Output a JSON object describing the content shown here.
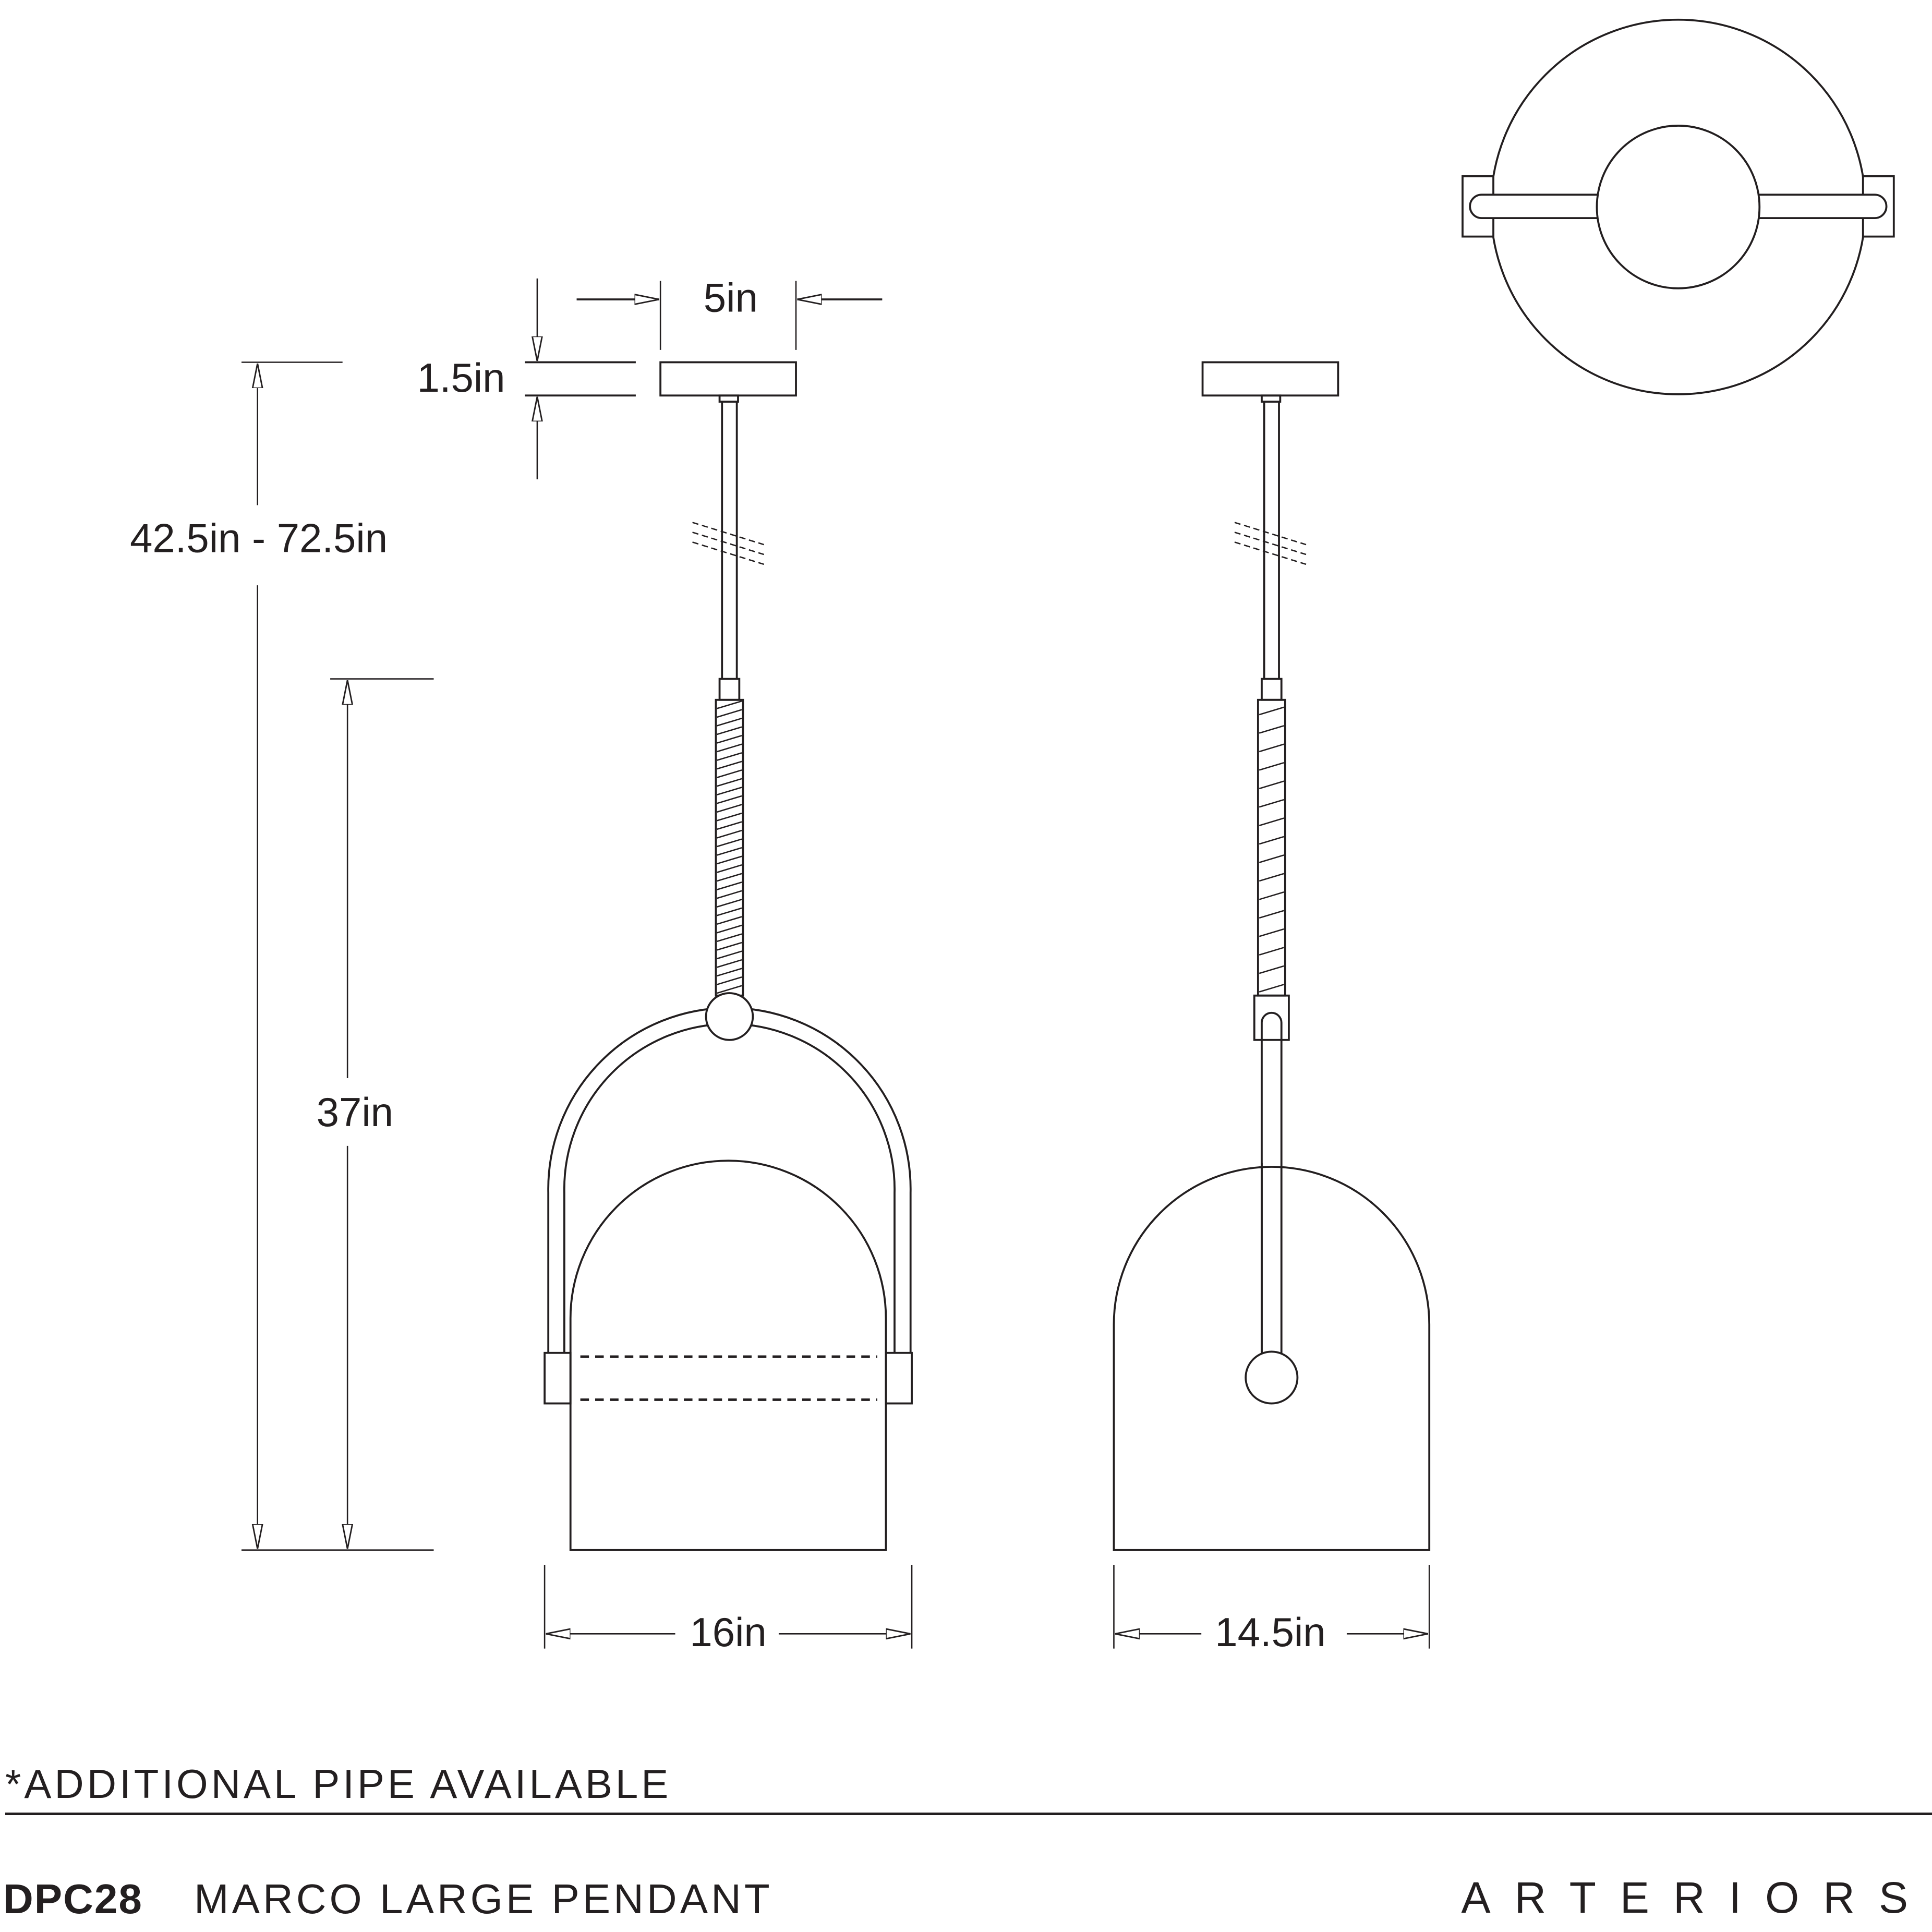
{
  "drawing": {
    "dimensions": {
      "canopy_width": "5in",
      "canopy_height": "1.5in",
      "overall_height": "42.5in - 72.5in",
      "body_height": "37in",
      "front_width": "16in",
      "side_width": "14.5in"
    },
    "views": [
      "front-view",
      "side-view",
      "top-view"
    ]
  },
  "footer": {
    "note": "*ADDITIONAL PIPE AVAILABLE",
    "sku": "DPC28",
    "product_name": "MARCO LARGE PENDANT",
    "brand": "ARTERIORS"
  },
  "colors": {
    "ink": "#231f20",
    "background": "#ffffff"
  }
}
